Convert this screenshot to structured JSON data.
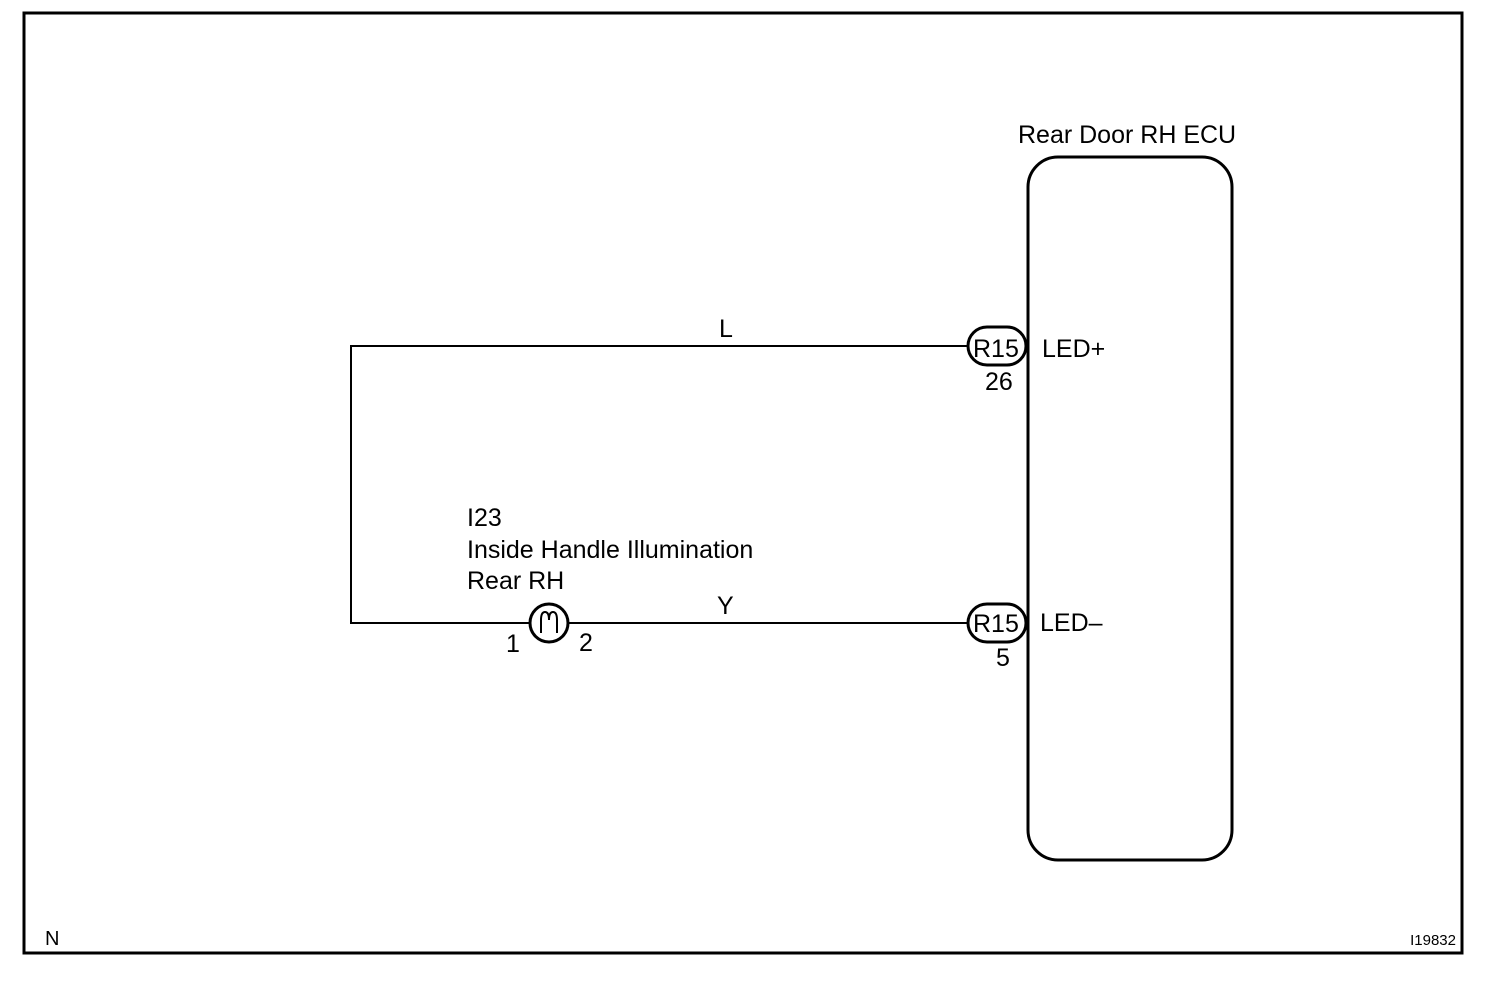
{
  "diagram": {
    "ecu": {
      "title": "Rear Door RH ECU",
      "pin_plus": {
        "connector": "R15",
        "pin": "26",
        "signal": "LED+"
      },
      "pin_minus": {
        "connector": "R15",
        "pin": "5",
        "signal": "LED–"
      }
    },
    "wires": {
      "top_color": "L",
      "bottom_color": "Y"
    },
    "lamp": {
      "code": "I23",
      "name_line1": "Inside Handle Illumination",
      "name_line2": "Rear RH",
      "pin_left": "1",
      "pin_right": "2"
    },
    "corner_left": "N",
    "figure_code": "I19832"
  }
}
